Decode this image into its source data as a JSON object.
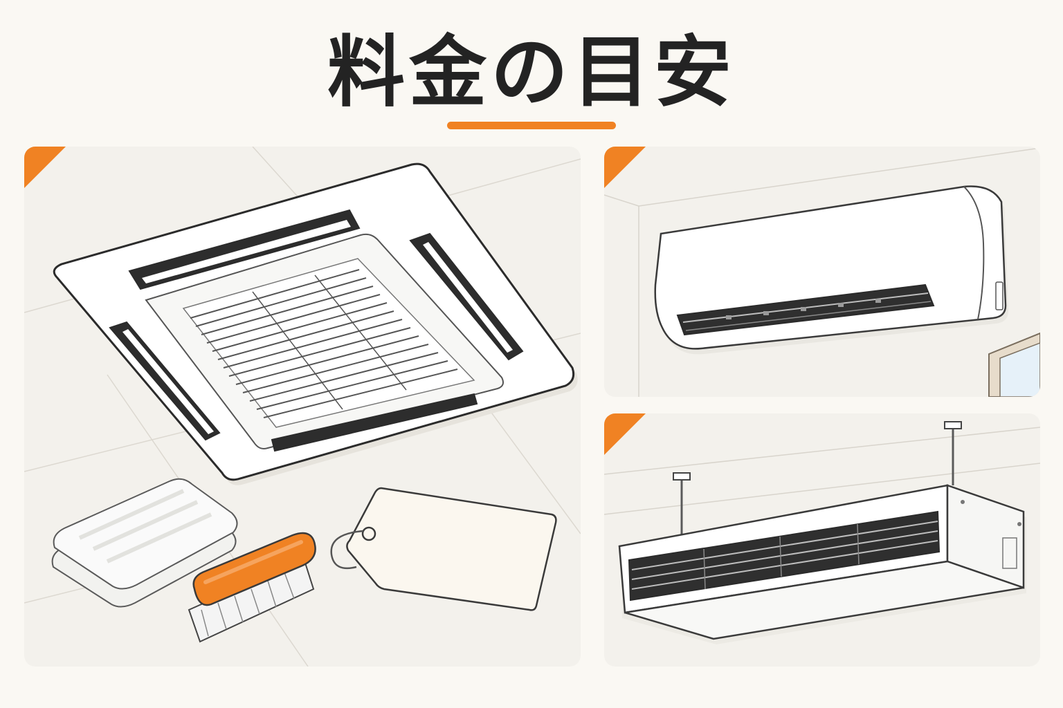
{
  "title": "料金の目安",
  "colors": {
    "accent": "#f08223",
    "background": "#faf8f3",
    "panel": "#f3f1ec",
    "outline": "#2b2b2b"
  },
  "panels": [
    {
      "name": "ceiling-cassette-ac",
      "icons": [
        "ceiling-cassette-ac-icon",
        "towel-icon",
        "brush-icon",
        "price-tag-icon"
      ]
    },
    {
      "name": "wall-mounted-ac",
      "icons": [
        "wall-mounted-ac-icon",
        "window-icon"
      ]
    },
    {
      "name": "ceiling-suspended-ac",
      "icons": [
        "ceiling-suspended-ac-icon"
      ]
    }
  ]
}
